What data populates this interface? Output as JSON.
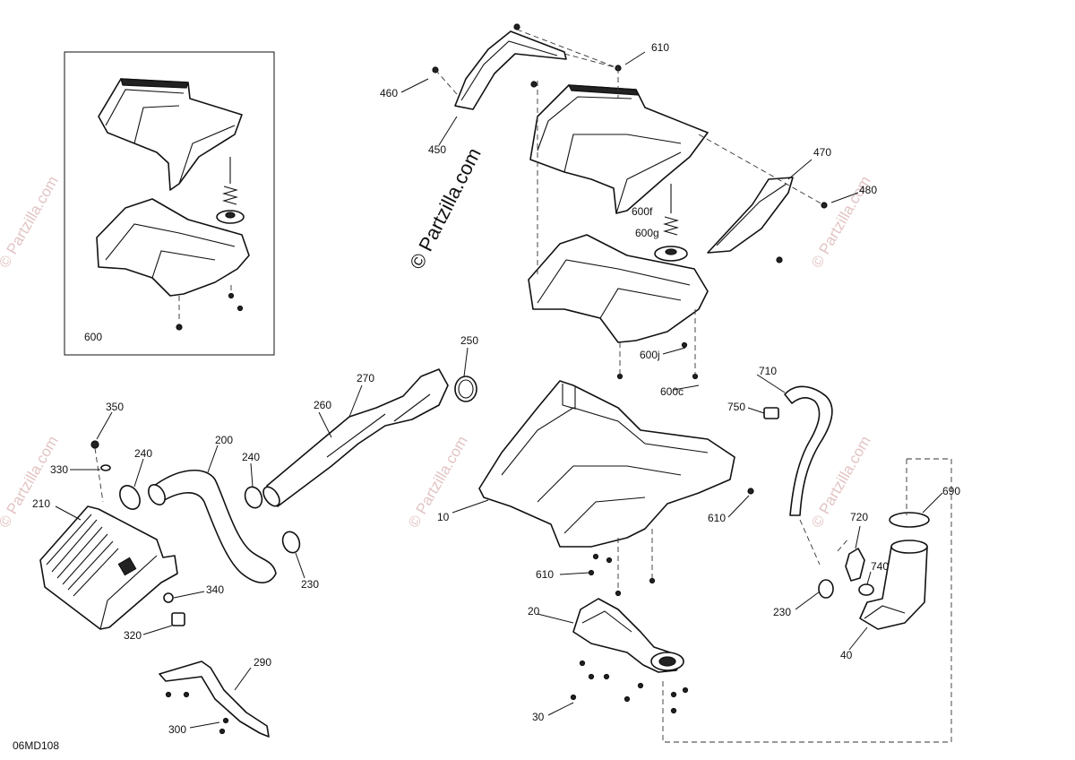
{
  "diagram_code": "06MD108",
  "watermark_main": "© Partzilla.com",
  "watermark_faint": "© Partzilla.com",
  "callouts": {
    "c10": "10",
    "c20": "20",
    "c30": "30",
    "c40": "40",
    "c200": "200",
    "c210": "210",
    "c230a": "230",
    "c230b": "230",
    "c240a": "240",
    "c240b": "240",
    "c250": "250",
    "c260": "260",
    "c270": "270",
    "c290": "290",
    "c300": "300",
    "c320": "320",
    "c330": "330",
    "c340": "340",
    "c350": "350",
    "c450": "450",
    "c460": "460",
    "c470": "470",
    "c480": "480",
    "c600": "600",
    "c600c": "600c",
    "c600f": "600f",
    "c600g": "600g",
    "c600j": "600j",
    "c610a": "610",
    "c610b": "610",
    "c610c": "610",
    "c690": "690",
    "c710": "710",
    "c720": "720",
    "c740": "740",
    "c750": "750"
  }
}
